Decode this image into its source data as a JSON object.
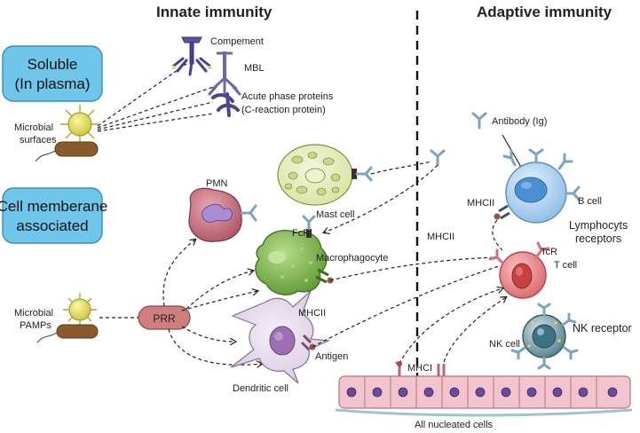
{
  "headers": {
    "innate": "Innate immunity",
    "adaptive": "Adaptive immunity"
  },
  "boxes": {
    "soluble_line1": "Soluble",
    "soluble_line2": "(In plasma)",
    "cell_line1": "Cell memberane",
    "cell_line2": "associated"
  },
  "labels": {
    "complement": "Compement",
    "mbl": "MBL",
    "acute_line1": "Acute phase proteins",
    "acute_line2": "(C-reaction protein)",
    "microbial_surfaces_line1": "Microbial",
    "microbial_surfaces_line2": "surfaces",
    "microbial_pamps_line1": "Microbial",
    "microbial_pamps_line2": "PAMPs",
    "pmn": "PMN",
    "mast_cell": "Mast cell",
    "fcr": "FcR",
    "macrophagocyte": "Macrophagocyte",
    "prr": "PRR",
    "mhcii_dendritic": "MHCII",
    "antigen": "Antigen",
    "dendritic_cell": "Dendritic cell",
    "mhcii_center": "MHCII",
    "antibody": "Antibody (Ig)",
    "mhcii_bcell": "MHCII",
    "b_cell": "B cell",
    "lymphocyte_receptors_line1": "Lymphocyts",
    "lymphocyte_receptors_line2": "receptors",
    "tcr": "TcR",
    "t_cell": "T cell",
    "nk_receptor": "NK receptor",
    "nk_cell": "NK cell",
    "mhci": "MHCI",
    "all_nucleated_cells": "All nucleated cells"
  },
  "colors": {
    "box_fill": "#6ec6ea",
    "box_stroke": "#3a8fb7",
    "receptor": "#7aa3c6",
    "mast_fill": "#e6efc0",
    "pmn_fill": "#c7707e",
    "macrophage_fill": "#7fb24a",
    "dendritic_fill": "#e4d9ea",
    "bcell_fill": "#b3d4f0",
    "tcell_fill": "#e98a8e",
    "nk_fill": "#6d9aa0",
    "prr_fill": "#cf7e7e",
    "tissue_fill": "#f2c4cc",
    "complement_color": "#4b3f8f"
  }
}
